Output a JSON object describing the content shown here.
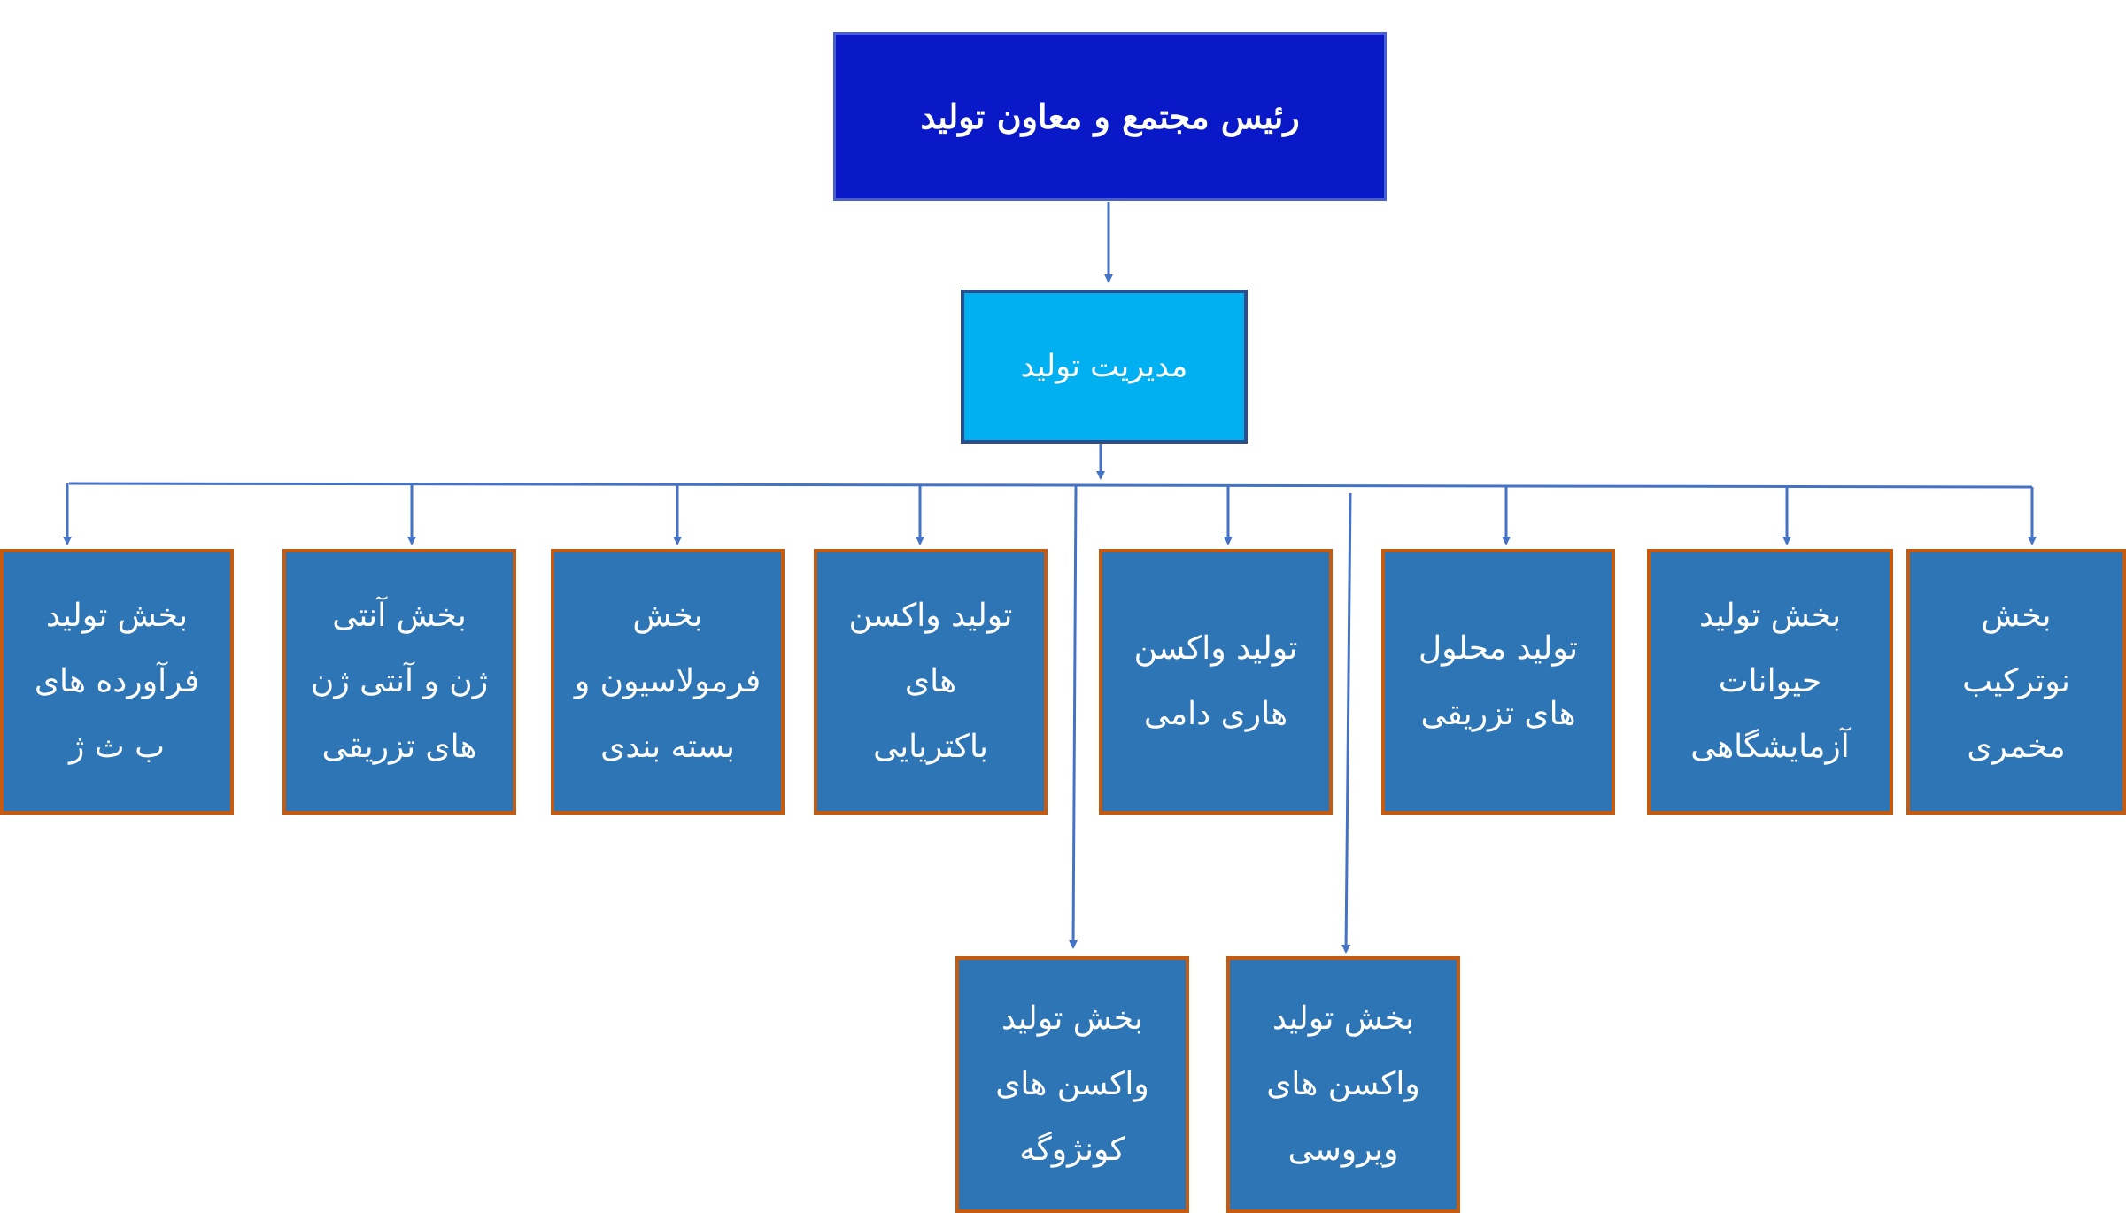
{
  "colors": {
    "root_fill": "#0a19c8",
    "manager_fill": "#00b0f0",
    "unit_fill": "#2e75b6",
    "unit_border": "#c55a11",
    "connector": "#4472c4"
  },
  "org": {
    "root": {
      "label": "رئیس مجتمع و معاون تولید"
    },
    "manager": {
      "label": "مدیریت تولید"
    },
    "units": [
      {
        "id": "u1",
        "label": "بخش  تولید\nفرآورده های\nب ث ژ"
      },
      {
        "id": "u2",
        "label": "بخش آنتی\nژن و آنتی ژن\nهای تزریقی"
      },
      {
        "id": "u3",
        "label": "بخش\nفرمولاسیون و\nبسته بندی"
      },
      {
        "id": "u4",
        "label": "تولید واکسن\nهای\nباکتریایی"
      },
      {
        "id": "u5",
        "label": "تولید واکسن\nهاری دامی"
      },
      {
        "id": "u6",
        "label": "تولید محلول\nهای تزریقی"
      },
      {
        "id": "u7",
        "label": "بخش تولید\nحیوانات\nآزمایشگاهی"
      },
      {
        "id": "u8",
        "label": "بخش\nنوترکیب\nمخمری"
      },
      {
        "id": "u9",
        "label": "بخش تولید\nواکسن های\nکونژوگه"
      },
      {
        "id": "u10",
        "label": "بخش تولید\nواکسن های\nویروسی"
      }
    ]
  }
}
